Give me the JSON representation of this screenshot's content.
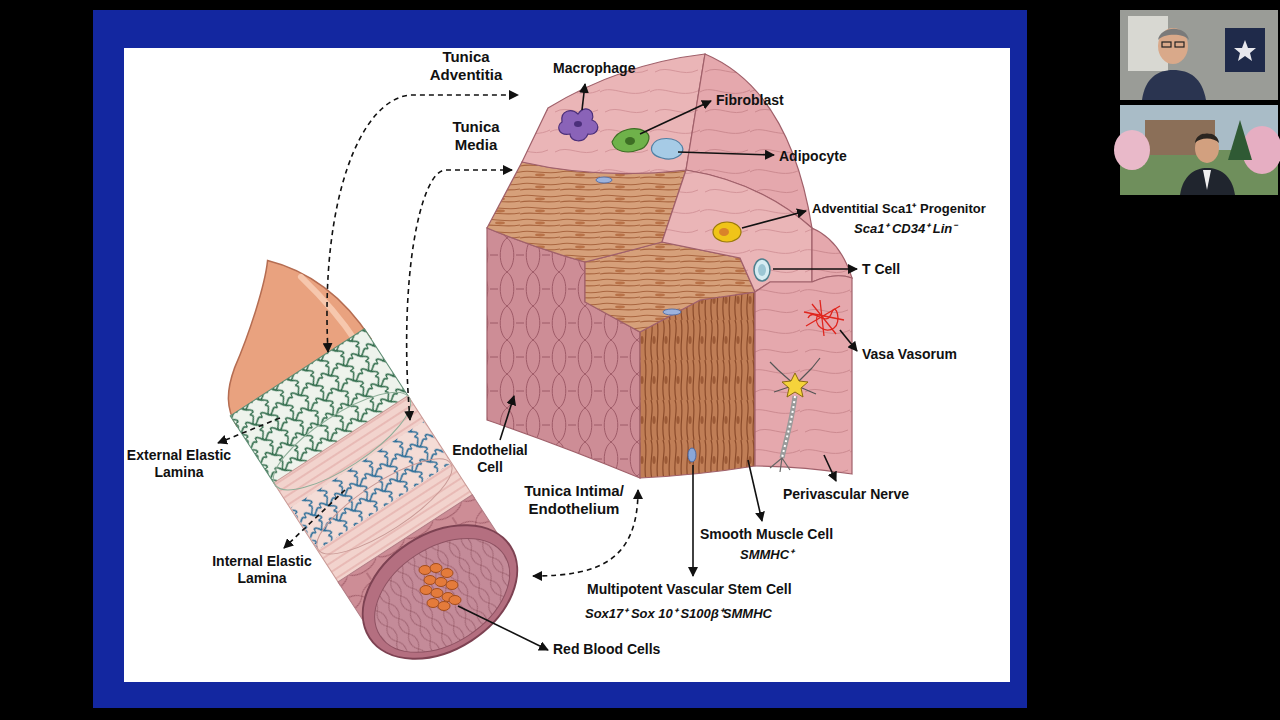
{
  "diagram": {
    "labels": [
      "Tunica Adventitia",
      "Macrophage",
      "Fibroblast",
      "Tunica Media",
      "Adipocyte",
      "Adventitial Sca1⁺ Progenitor",
      "Sca1⁺ CD34⁺ Lin⁻",
      "T Cell",
      "Vasa Vasorum",
      "Endothelial Cell",
      "External Elastic Lamina",
      "Tunica Intima/ Endothelium",
      "Perivascular Nerve",
      "Smooth Muscle Cell",
      "SMMHC⁺",
      "Internal Elastic Lamina",
      "Multipotent Vascular Stem Cell",
      "Sox17⁺ Sox 10⁺ S100β⁺SMMHC",
      "Red Blood Cells"
    ]
  }
}
